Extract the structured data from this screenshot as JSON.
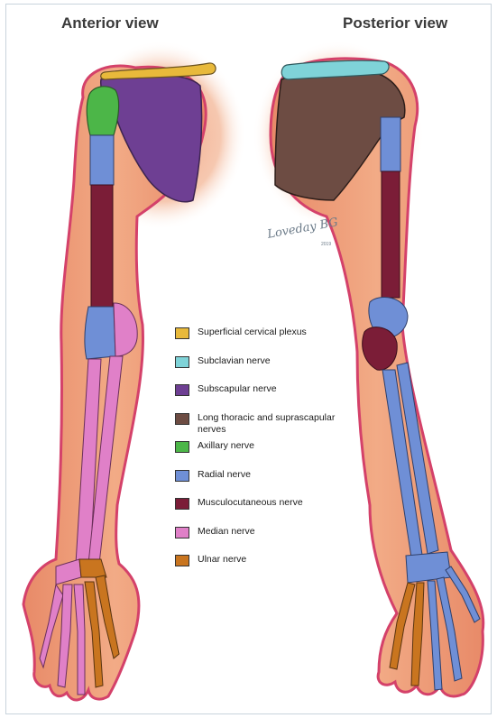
{
  "titles": {
    "anterior": "Anterior view",
    "posterior": "Posterior view"
  },
  "legend": [
    {
      "label": "Superficial cervical plexus",
      "color": "#e8b93b"
    },
    {
      "label": "Subclavian nerve",
      "color": "#7fd3d8"
    },
    {
      "label": "Subscapular nerve",
      "color": "#6e3f93"
    },
    {
      "label": "Long thoracic and suprascapular nerves",
      "color": "#6d4c43"
    },
    {
      "label": "Axillary nerve",
      "color": "#4cb648"
    },
    {
      "label": "Radial nerve",
      "color": "#6f8fd6"
    },
    {
      "label": "Musculocutaneous nerve",
      "color": "#7b1d37"
    },
    {
      "label": "Median nerve",
      "color": "#e080c8"
    },
    {
      "label": "Ulnar nerve",
      "color": "#c9751f"
    }
  ],
  "signature": {
    "name": "Loveday BG",
    "year": "2019"
  },
  "colors": {
    "skin": "#efa07a",
    "skin_dark": "#e58566",
    "skin_outline": "#d4416a",
    "bone_outline": "#5a3a40",
    "shoulder_glow": "#f5c7ae"
  }
}
